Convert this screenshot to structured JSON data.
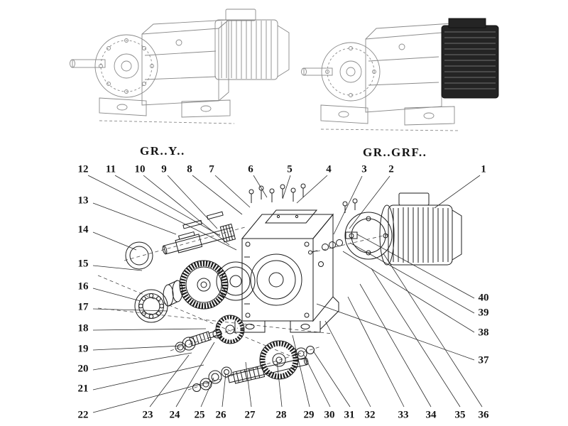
{
  "page": {
    "background": "#ffffff",
    "line_color": "#1c1c1c"
  },
  "diagram": {
    "variants": [
      {
        "label": "GR..Y.."
      },
      {
        "label": "GR..GRF.."
      }
    ],
    "callouts": {
      "top_row": [
        "12",
        "11",
        "10",
        "9",
        "8",
        "7",
        "6",
        "5",
        "4",
        "3",
        "2"
      ],
      "top_right": [
        "1"
      ],
      "left_column": [
        "13",
        "14",
        "15",
        "16",
        "17",
        "18",
        "19",
        "20",
        "21"
      ],
      "bottom_row": [
        "22",
        "23",
        "24",
        "25",
        "26",
        "27",
        "28",
        "29",
        "30",
        "31",
        "32",
        "33",
        "34",
        "35",
        "36"
      ],
      "right_column": [
        "40",
        "39",
        "38",
        "37"
      ]
    }
  }
}
